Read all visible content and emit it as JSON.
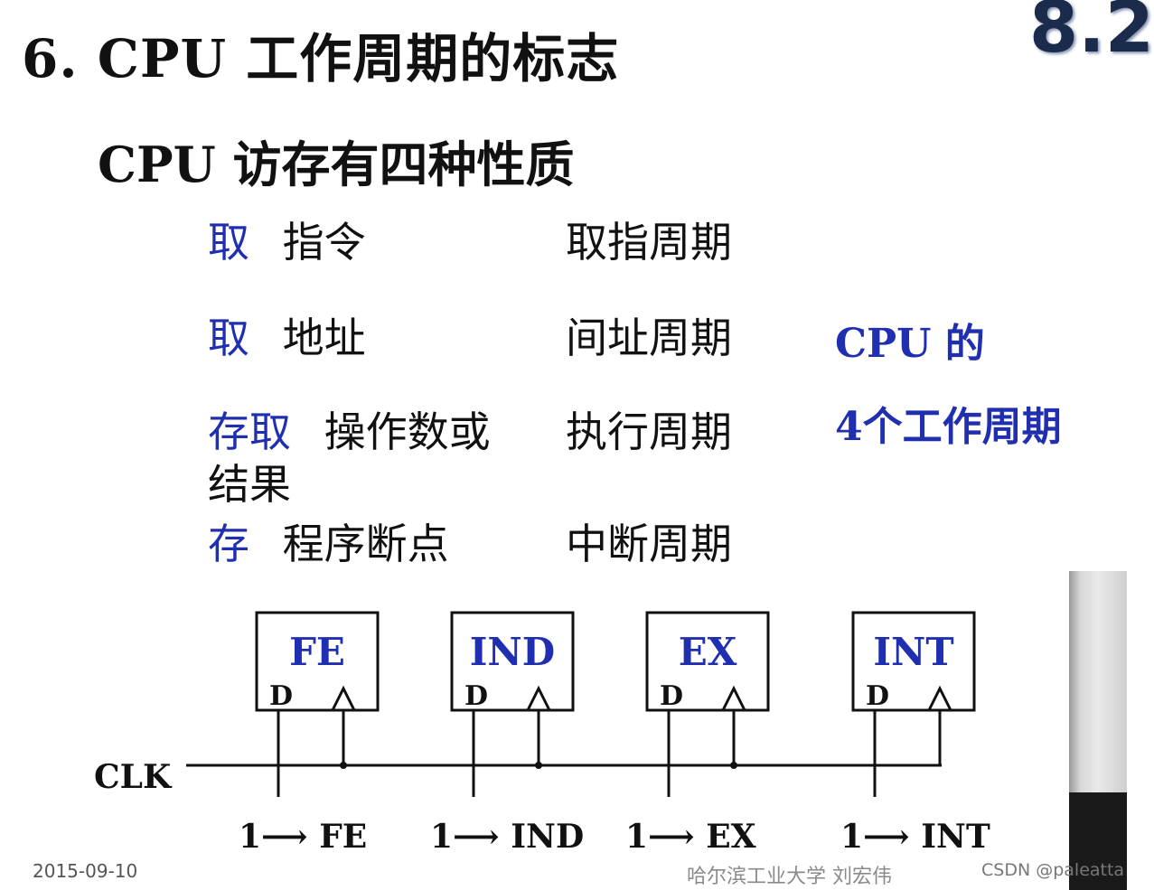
{
  "slide": {
    "title": "6. CPU 工作周期的标志",
    "section_number": "8.2",
    "subtitle": "CPU 访存有四种性质"
  },
  "access_types": [
    {
      "prefix": "取",
      "object": "指令",
      "cycle": "取指周期"
    },
    {
      "prefix": "取",
      "object": "地址",
      "cycle": "间址周期"
    },
    {
      "prefix": "存取",
      "object": "操作数或",
      "object_line2": "结果",
      "cycle": "执行周期"
    },
    {
      "prefix": "存",
      "object": "程序断点",
      "cycle": "中断周期"
    }
  ],
  "side_note": {
    "line1": "CPU 的",
    "line2": "4个工作周期"
  },
  "diagram": {
    "clock_label": "CLK",
    "flipflops": [
      {
        "name": "FE",
        "d_label": "D",
        "set_label": "1⟶ FE"
      },
      {
        "name": "IND",
        "d_label": "D",
        "set_label": "1⟶ IND"
      },
      {
        "name": "EX",
        "d_label": "D",
        "set_label": "1⟶ EX"
      },
      {
        "name": "INT",
        "d_label": "D",
        "set_label": "1⟶ INT"
      }
    ],
    "colors": {
      "register_name": "#1f2fb0",
      "lines": "#111111"
    }
  },
  "footer": {
    "date": "2015-09-10",
    "university": "哈尔滨工业大学  刘宏伟",
    "watermark": "CSDN @paleatta"
  }
}
